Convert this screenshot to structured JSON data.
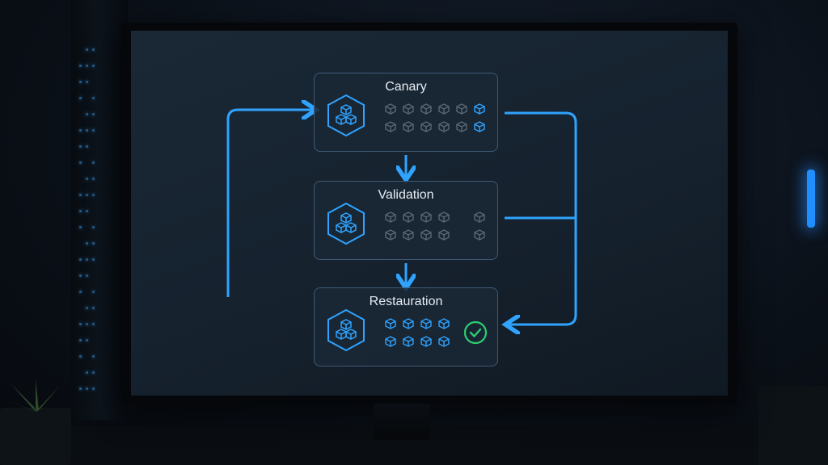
{
  "stages": [
    {
      "title": "Canary",
      "cubes": {
        "top": [
          "dim",
          "dim",
          "dim",
          "dim",
          "dim",
          "active"
        ],
        "bottom": [
          "dim",
          "dim",
          "dim",
          "dim",
          "dim",
          "active"
        ]
      }
    },
    {
      "title": "Validation",
      "cubes": {
        "top": [
          "dim",
          "dim",
          "dim",
          "dim",
          "none",
          "dim"
        ],
        "bottom": [
          "dim",
          "dim",
          "dim",
          "dim",
          "none",
          "dim"
        ]
      }
    },
    {
      "title": "Restauration",
      "cubes": {
        "top": [
          "active",
          "active",
          "active",
          "active"
        ],
        "bottom": [
          "active",
          "active",
          "active",
          "active"
        ]
      },
      "status": "success"
    }
  ],
  "colors": {
    "accent": "#2fa3ff",
    "box_border": "#3f5a75",
    "success": "#2ecc71",
    "dim_cube": "#5b6672"
  },
  "icons": [
    "hexagon-cubes-icon",
    "cube-icon",
    "checkmark-circle-icon",
    "arrow-down-icon"
  ]
}
